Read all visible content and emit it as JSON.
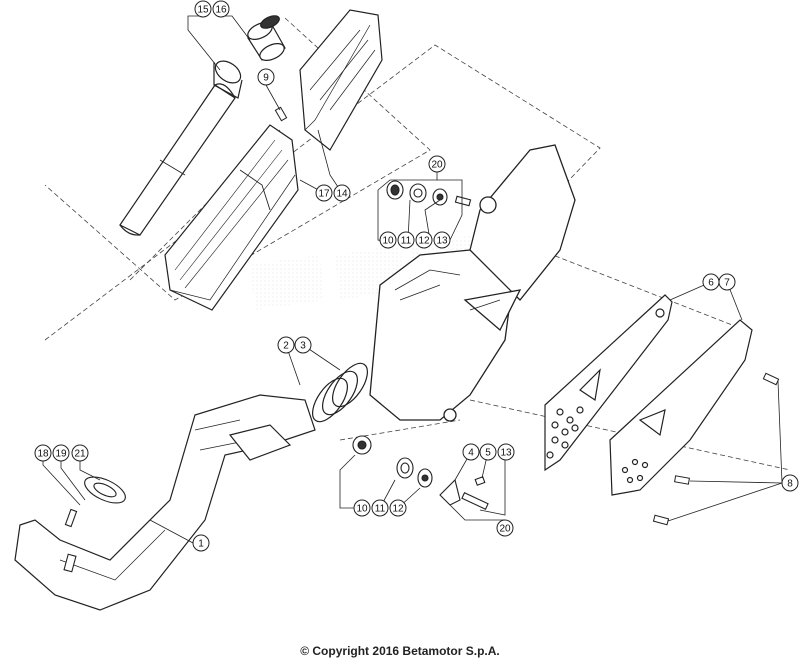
{
  "diagram": {
    "callouts": [
      {
        "id": "c15",
        "label": "15"
      },
      {
        "id": "c16",
        "label": "16"
      },
      {
        "id": "c9",
        "label": "9"
      },
      {
        "id": "c17",
        "label": "17"
      },
      {
        "id": "c14",
        "label": "14"
      },
      {
        "id": "c20a",
        "label": "20"
      },
      {
        "id": "c10a",
        "label": "10"
      },
      {
        "id": "c11a",
        "label": "11"
      },
      {
        "id": "c12a",
        "label": "12"
      },
      {
        "id": "c13a",
        "label": "13"
      },
      {
        "id": "c6",
        "label": "6"
      },
      {
        "id": "c7",
        "label": "7"
      },
      {
        "id": "c2",
        "label": "2"
      },
      {
        "id": "c3",
        "label": "3"
      },
      {
        "id": "c8",
        "label": "8"
      },
      {
        "id": "c18",
        "label": "18"
      },
      {
        "id": "c19",
        "label": "19"
      },
      {
        "id": "c21",
        "label": "21"
      },
      {
        "id": "c1",
        "label": "1"
      },
      {
        "id": "c4",
        "label": "4"
      },
      {
        "id": "c5",
        "label": "5"
      },
      {
        "id": "c13b",
        "label": "13"
      },
      {
        "id": "c10b",
        "label": "10"
      },
      {
        "id": "c11b",
        "label": "11"
      },
      {
        "id": "c12b",
        "label": "12"
      },
      {
        "id": "c20b",
        "label": "20"
      }
    ]
  },
  "footer": {
    "copyright": "© Copyright 2016 Betamotor S.p.A."
  }
}
